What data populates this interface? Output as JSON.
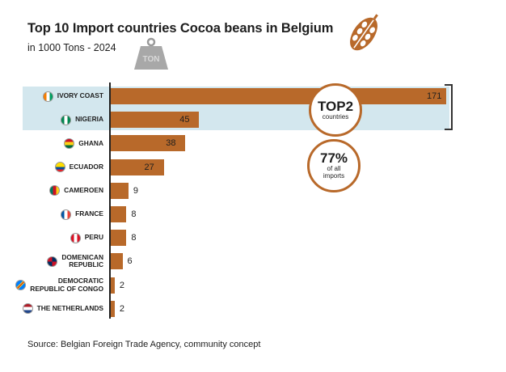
{
  "title": "Top 10 Import countries Cocoa beans in Belgium",
  "subtitle": "in 1000 Tons - 2024",
  "ton_icon_text": "TON",
  "callouts": {
    "top2_big": "TOP2",
    "top2_small": "countries",
    "share_big": "77%",
    "share_small_1": "of all",
    "share_small_2": "imports"
  },
  "source": "Source: Belgian Foreign Trade Agency, community concept",
  "colors": {
    "bar": "#b8692a",
    "highlight": "#d3e7ee"
  },
  "chart_data": {
    "type": "bar",
    "orientation": "horizontal",
    "title": "Top 10 Import countries Cocoa beans in Belgium",
    "subtitle": "in 1000 Tons - 2024",
    "categories": [
      "IVORY COAST",
      "NIGERIA",
      "GHANA",
      "ECUADOR",
      "CAMEROEN",
      "FRANCE",
      "PERU",
      "DOMENICAN REPUBLIC",
      "DEMOCRATIC REPUBLIC OF CONGO",
      "THE NETHERLANDS"
    ],
    "label_lines": [
      [
        "IVORY COAST"
      ],
      [
        "NIGERIA"
      ],
      [
        "GHANA"
      ],
      [
        "ECUADOR"
      ],
      [
        "CAMEROEN"
      ],
      [
        "FRANCE"
      ],
      [
        "PERU"
      ],
      [
        "DOMENICAN",
        "REPUBLIC"
      ],
      [
        "DEMOCRATIC",
        "REPUBLIC OF CONGO"
      ],
      [
        "THE NETHERLANDS"
      ]
    ],
    "values": [
      171,
      45,
      38,
      27,
      9,
      8,
      8,
      6,
      2,
      2
    ],
    "xlim": [
      0,
      171
    ],
    "highlighted": [
      "IVORY COAST",
      "NIGERIA"
    ],
    "annotations": [
      "TOP2 countries",
      "77% of all imports"
    ]
  }
}
